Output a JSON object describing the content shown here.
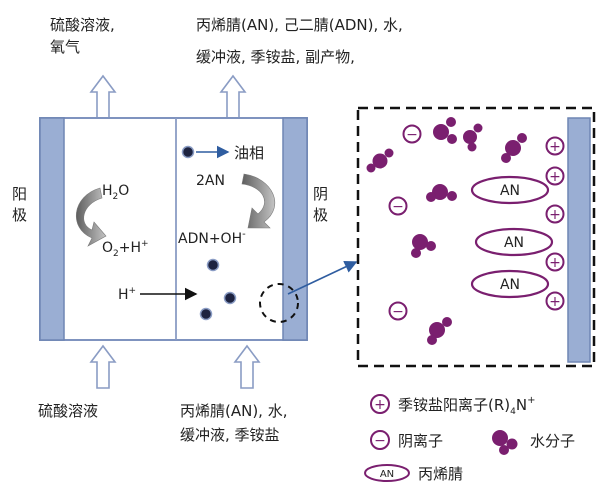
{
  "labels": {
    "top_left_line1": "硫酸溶液,",
    "top_left_line2": "氧气",
    "top_right_line1": "丙烯腈(AN), 己二腈(ADN), 水,",
    "top_right_line2": "缓冲液, 季铵盐, 副产物,",
    "anode_char1": "阳",
    "anode_char2": "极",
    "cathode_char1": "阴",
    "cathode_char2": "极",
    "oil_phase": "油相",
    "h2o_main": "H",
    "h2o_sub": "2",
    "h2o_tail": "O",
    "o2_main": "O",
    "o2_sub": "2",
    "o2_mid": "+H",
    "o2_sup": "+",
    "an2": "2AN",
    "adnoh_main": "ADN+OH",
    "adnoh_sup": "-",
    "hplus_main": "H",
    "hplus_sup": "+",
    "bottom_left": "硫酸溶液",
    "bottom_right_line1": "丙烯腈(AN), 水,",
    "bottom_right_line2": "缓冲液, 季铵盐",
    "an_tag": "AN",
    "an_tag_small": "AN",
    "legend_cation_main": "季铵盐阳离子(R)",
    "legend_cation_sub": "4",
    "legend_cation_tail": "N",
    "legend_cation_sup": "+",
    "legend_anion": "阴离子",
    "legend_water": "水分子",
    "legend_an": "丙烯腈",
    "plus": "+",
    "minus": "−"
  },
  "colors": {
    "electrode": "#9aaed3",
    "electrode_edge": "#6f86b4",
    "cell_border": "#7f93bf",
    "purple": "#7a1f6f",
    "dark_purple": "#5a1553",
    "dot_dark": "#1d2340",
    "blue_arrow": "#2f5da0",
    "gray_curve": "#8c8c8c"
  }
}
